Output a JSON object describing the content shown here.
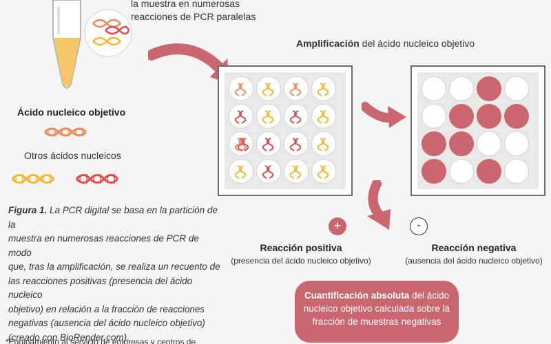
{
  "top_text": [
    "la muestra en numerosas",
    "reacciones de PCR paralelas"
  ],
  "amplification": {
    "bold": "Amplificación",
    "rest": " del ácido nucleico objetivo"
  },
  "legend": {
    "target": "Ácido nucleico objetivo",
    "other": "Otros ácidos nucleicos"
  },
  "caption": {
    "fig_label": "Figura 1.",
    "lines": [
      " La PCR digital se basa en la partición de la",
      "muestra en numerosas reacciones de PCR de modo",
      "que, tras la amplificación, se realiza un recuento de",
      "las reacciones positivas (presencia del ácido nucleico",
      "objetivo) en relación a la fracción de reacciones",
      "negativas (ausencia del ácido nucleico objetivo)",
      "(creado con BioRender.com)."
    ]
  },
  "footnote": "*Equipamiento al servicio de empresas y centros de",
  "positive": {
    "sign": "+",
    "title": "Reacción positiva",
    "subtitle": "(presencia del ácido nucleico objetivo)"
  },
  "negative": {
    "sign": "-",
    "title": "Reacción negativa",
    "subtitle": "(ausencia del ácido nucleico objetivo)"
  },
  "quantification": {
    "bold": "Cuantificación absoluta",
    "lines": [
      " del ácido",
      "nucleico objetivo calculada sobre la",
      "fracción de muestras negativas"
    ]
  },
  "colors": {
    "accent": "#c9666e",
    "dna_orange": "#f08a5d",
    "dna_yellow": "#f5b731",
    "dna_red": "#e04a4a"
  },
  "result_grid": [
    [
      false,
      false,
      true,
      false
    ],
    [
      false,
      true,
      true,
      true
    ],
    [
      true,
      true,
      false,
      false
    ],
    [
      true,
      false,
      true,
      false
    ]
  ]
}
